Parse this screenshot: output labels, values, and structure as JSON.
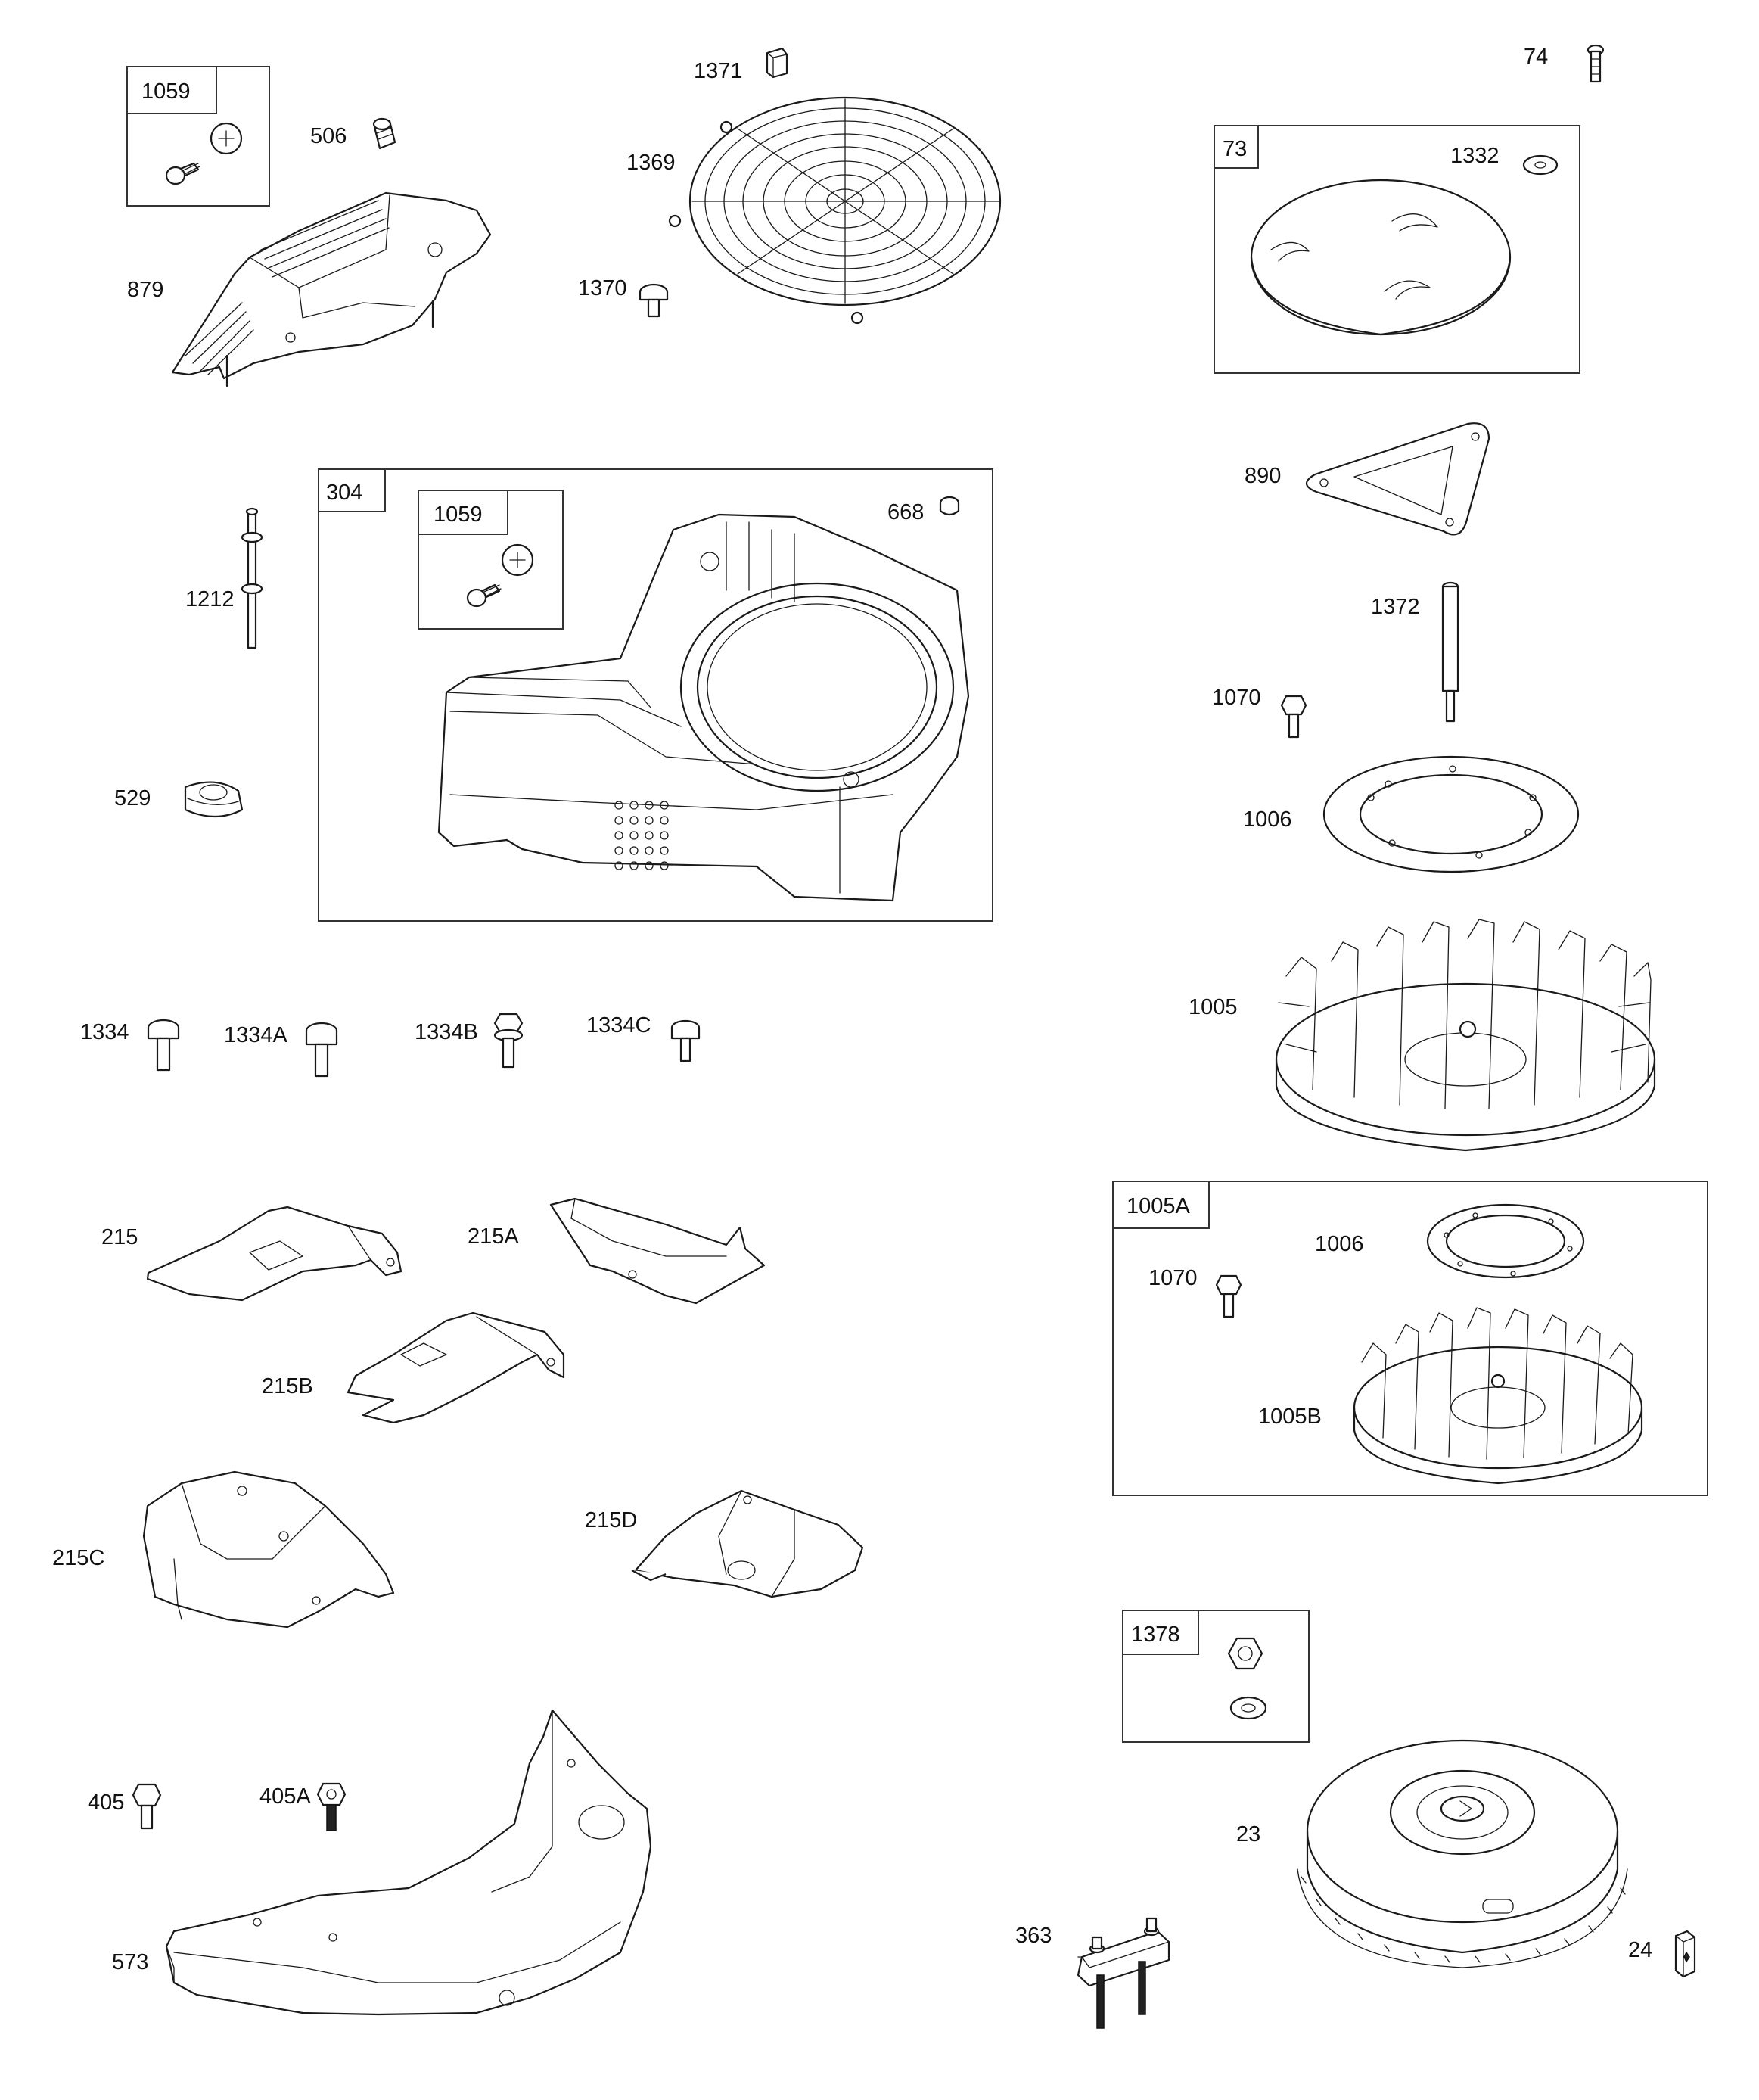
{
  "diagram": {
    "labels": {
      "p1059a": "1059",
      "p506": "506",
      "p879": "879",
      "p1371": "1371",
      "p1369": "1369",
      "p1370": "1370",
      "p74": "74",
      "p73": "73",
      "p1332": "1332",
      "p890": "890",
      "p304": "304",
      "p1059b": "1059",
      "p668": "668",
      "p1212": "1212",
      "p529": "529",
      "p1372": "1372",
      "p1070a": "1070",
      "p1006a": "1006",
      "p1005": "1005",
      "p1334": "1334",
      "p1334A": "1334A",
      "p1334B": "1334B",
      "p1334C": "1334C",
      "p215": "215",
      "p215A": "215A",
      "p215B": "215B",
      "p215C": "215C",
      "p215D": "215D",
      "p1005A": "1005A",
      "p1006b": "1006",
      "p1070b": "1070",
      "p1005B": "1005B",
      "p1378": "1378",
      "p405": "405",
      "p405A": "405A",
      "p573": "573",
      "p23": "23",
      "p363": "363",
      "p24": "24"
    }
  }
}
